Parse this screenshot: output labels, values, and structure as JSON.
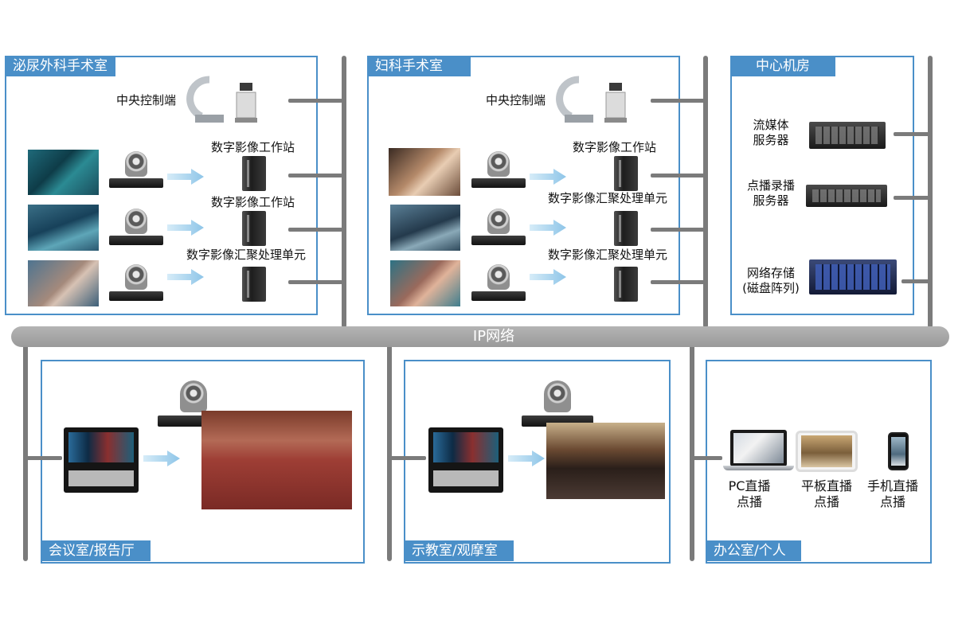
{
  "network": {
    "label": "IP网络"
  },
  "rooms": {
    "urology": {
      "title": "泌尿外科手术室",
      "control_label": "中央控制端",
      "station_1": "数字影像工作站",
      "station_2": "数字影像工作站",
      "station_3": "数字影像汇聚处理单元"
    },
    "gynecology": {
      "title": "妇科手术室",
      "control_label": "中央控制端",
      "station_1": "数字影像工作站",
      "station_2": "数字影像汇聚处理单元",
      "station_3": "数字影像汇聚处理单元"
    },
    "datacenter": {
      "title": "中心机房",
      "server_1_line1": "流媒体",
      "server_1_line2": "服务器",
      "server_2_line1": "点播录播",
      "server_2_line2": "服务器",
      "server_3_line1": "网络存储",
      "server_3_line2": "(磁盘阵列)"
    },
    "meeting": {
      "title": "会议室/报告厅"
    },
    "teaching": {
      "title": "示教室/观摩室"
    },
    "office": {
      "title": "办公室/个人",
      "pc_line1": "PC直播",
      "pc_line2": "点播",
      "tablet_line1": "平板直播",
      "tablet_line2": "点播",
      "phone_line1": "手机直播",
      "phone_line2": "点播"
    }
  },
  "colors": {
    "panel_border": "#4a8fc8",
    "line": "#7b7b7b",
    "bus": "#a8a8a8"
  }
}
